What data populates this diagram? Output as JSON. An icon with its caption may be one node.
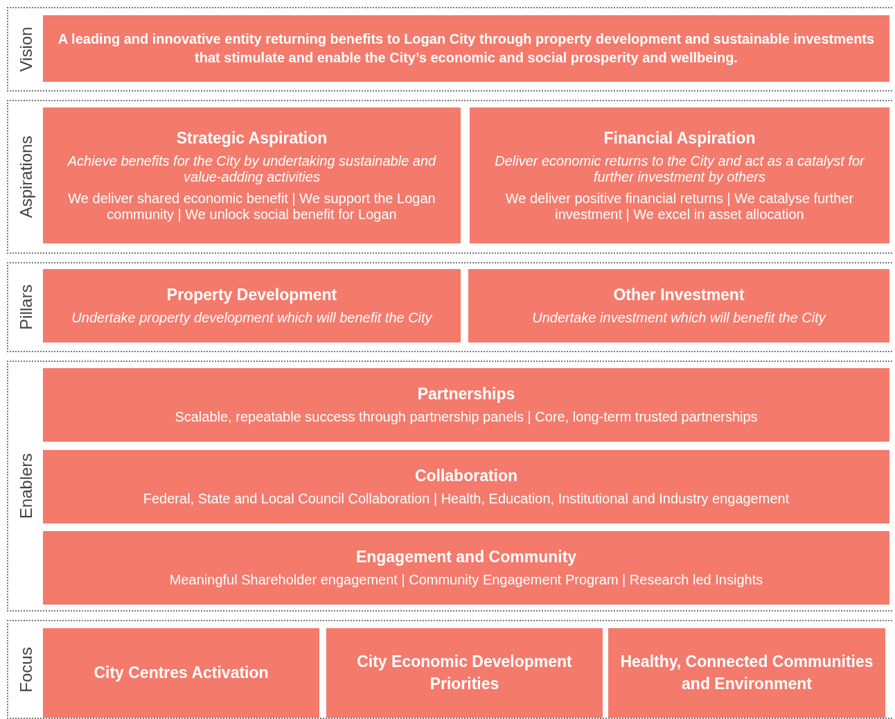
{
  "diagram": {
    "nodes": [
      {
        "text": [
          "Vision"
        ]
      },
      {
        "text": [
          "A leading and innovative entity returning benefits to Logan City through property development and sustainable investments that stimulate and enable the City’s economic and social prosperity and wellbeing."
        ],
        "in": 0
      },
      {
        "text": [
          "Aspirations"
        ]
      },
      {
        "text": [
          "Strategic Aspiration",
          "Achieve benefits for the City by undertaking sustainable and value-adding activities",
          "We deliver shared economic benefit | We support the Logan community | We unlock social benefit for Logan"
        ],
        "in": 2
      },
      {
        "text": [
          "Financial Aspiration",
          "Deliver economic returns to the City and act as a catalyst for further investment by others",
          "We deliver positive financial returns | We catalyse further investment | We excel in asset allocation"
        ],
        "in": 2
      },
      {
        "text": [
          "Pillars"
        ]
      },
      {
        "text": [
          "Property Development",
          "Undertake property development which will benefit the City"
        ],
        "in": 5
      },
      {
        "text": [
          "Other Investment",
          "Undertake investment which will benefit the City"
        ],
        "in": 5
      },
      {
        "text": [
          "Enablers"
        ]
      },
      {
        "text": [
          "Partnerships",
          "Scalable, repeatable success through partnership panels | Core, long-term trusted partnerships"
        ],
        "in": 8
      },
      {
        "text": [
          "Collaboration",
          "Federal, State and Local Council Collaboration | Health, Education, Institutional and Industry engagement"
        ],
        "in": 8
      },
      {
        "text": [
          "Engagement and Community",
          "Meaningful Shareholder engagement | Community Engagement Program | Research led Insights"
        ],
        "in": 8
      },
      {
        "text": [
          "Focus"
        ]
      },
      {
        "text": [
          "City Centres Activation"
        ],
        "in": 12
      },
      {
        "text": [
          "City Economic Development Priorities"
        ],
        "in": 12
      },
      {
        "text": [
          "Healthy, Connected Communities and Environment"
        ],
        "in": 12
      }
    ]
  }
}
